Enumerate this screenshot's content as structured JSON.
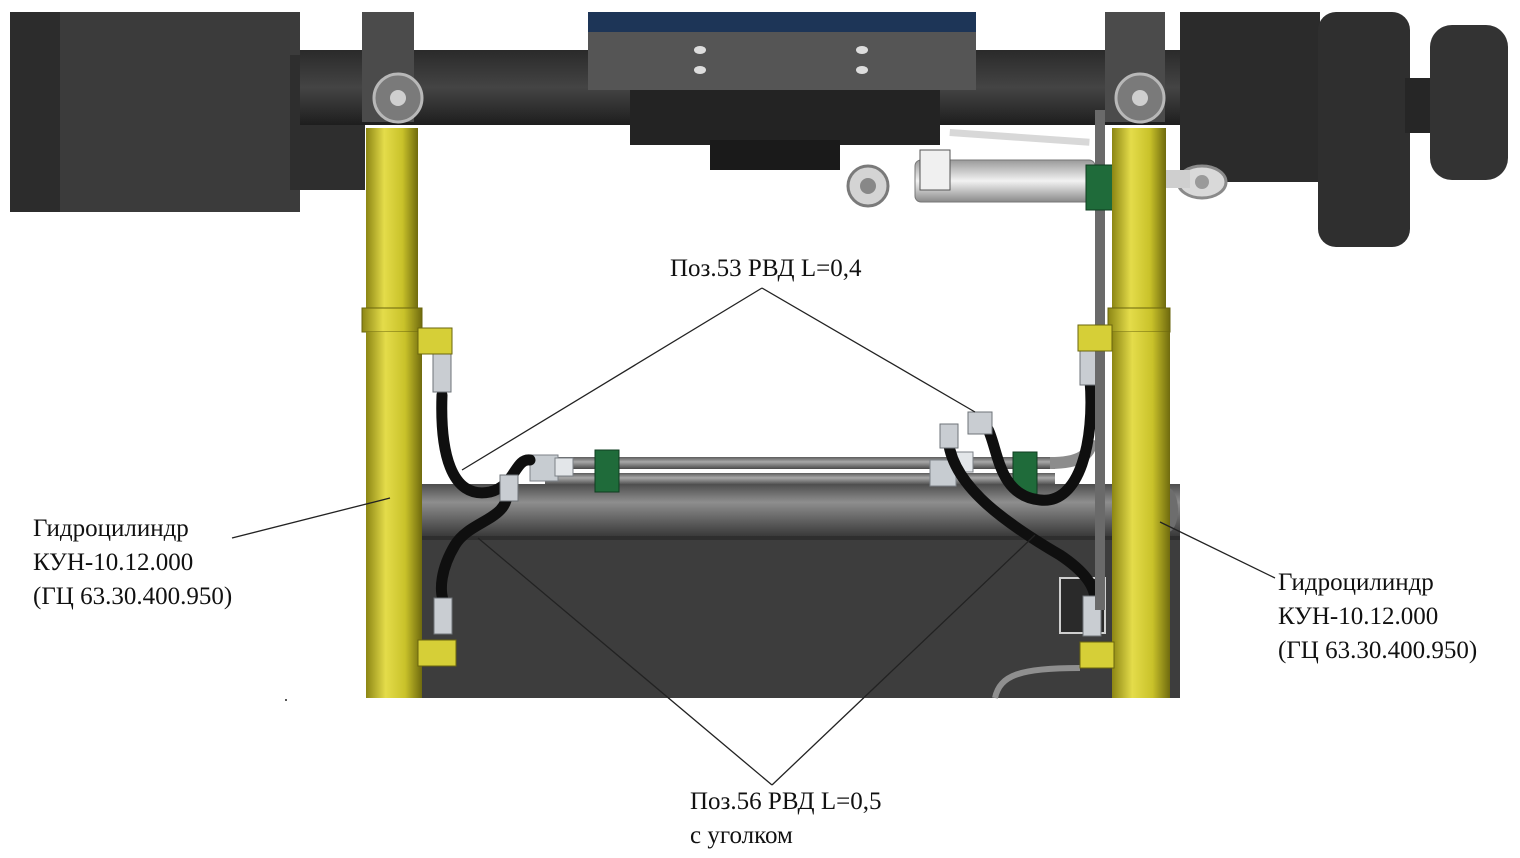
{
  "callouts": {
    "hose_53": {
      "text": "Поз.53 РВД L=0,4"
    },
    "hose_56": {
      "line1": "Поз.56 РВД L=0,5",
      "line2": "с уголком"
    },
    "cylinder_left": {
      "line1": "Гидроцилиндр",
      "line2": "КУН-10.12.000",
      "line3": "(ГЦ 63.30.400.950)"
    },
    "cylinder_right": {
      "line1": "Гидроцилиндр",
      "line2": "КУН-10.12.000",
      "line3": "(ГЦ 63.30.400.950)"
    }
  },
  "colors": {
    "cylinder": "#c9c22a",
    "frame": "#3a3a3a",
    "hose": "#111111",
    "fitting": "#b9bec4",
    "clamp": "#1f6b3a",
    "leader": "#222222"
  }
}
